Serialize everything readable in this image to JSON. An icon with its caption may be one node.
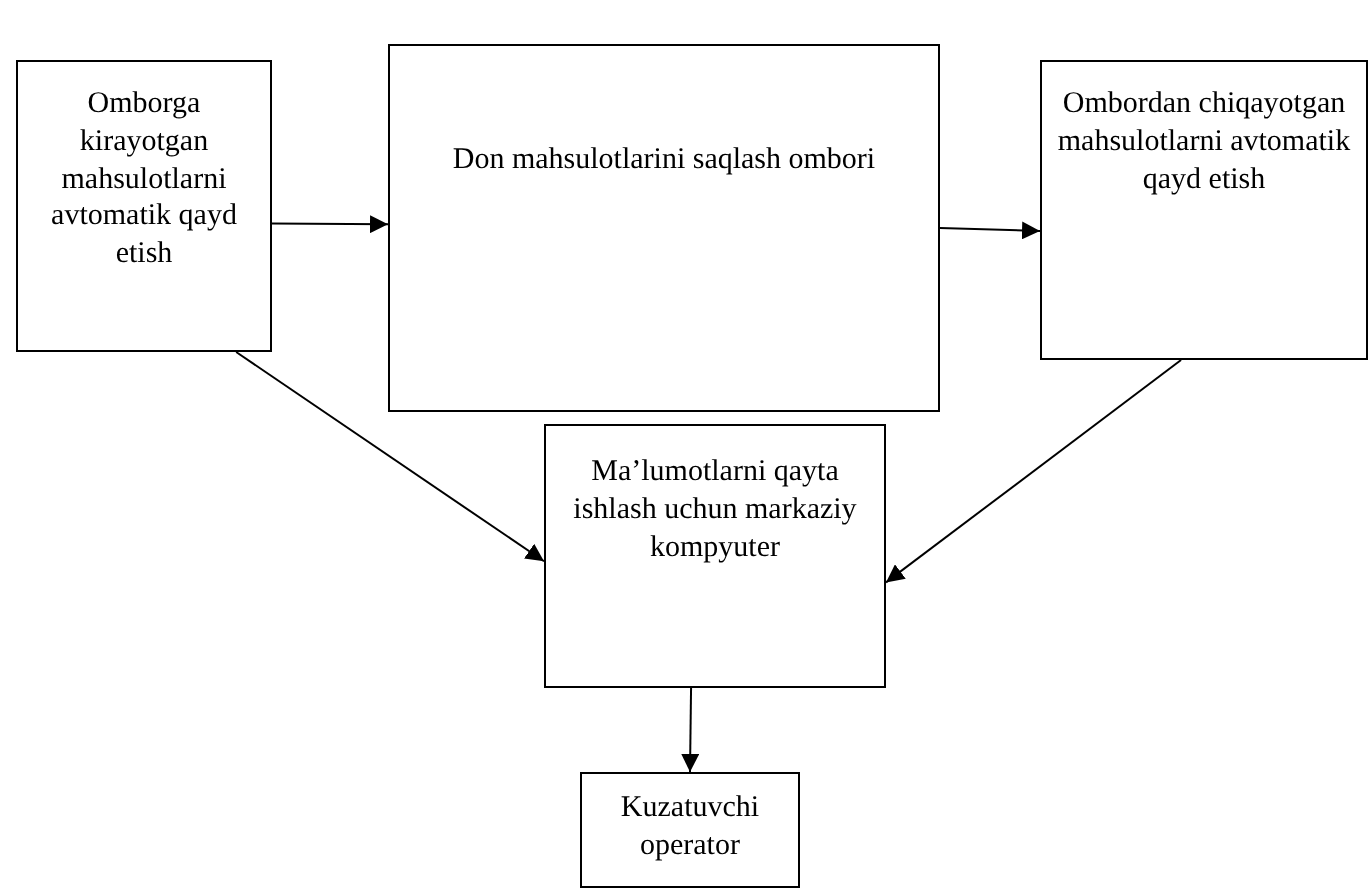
{
  "diagram": {
    "nodes": [
      {
        "text": [
          "Omborga kirayotgan mahsulotlarni avtomatik qayd etish"
        ]
      },
      {
        "text": [
          "Don mahsulotlarini saqlash ombori"
        ]
      },
      {
        "text": [
          "Ombordan chiqayotgan mahsulotlarni avtomatik qayd etish"
        ]
      },
      {
        "text": [
          "Ma’lumotlarni qayta ishlash uchun markaziy kompyuter"
        ]
      },
      {
        "text": [
          "Kuzatuvchi operator"
        ]
      }
    ],
    "edges": [
      {
        "from": 0,
        "to": 1,
        "arrow": "to"
      },
      {
        "from": 1,
        "to": 2,
        "arrow": "to"
      },
      {
        "from": 0,
        "to": 3,
        "arrow": "to"
      },
      {
        "from": 2,
        "to": 3,
        "arrow": "to"
      },
      {
        "from": 3,
        "to": 4,
        "arrow": "to"
      }
    ]
  }
}
